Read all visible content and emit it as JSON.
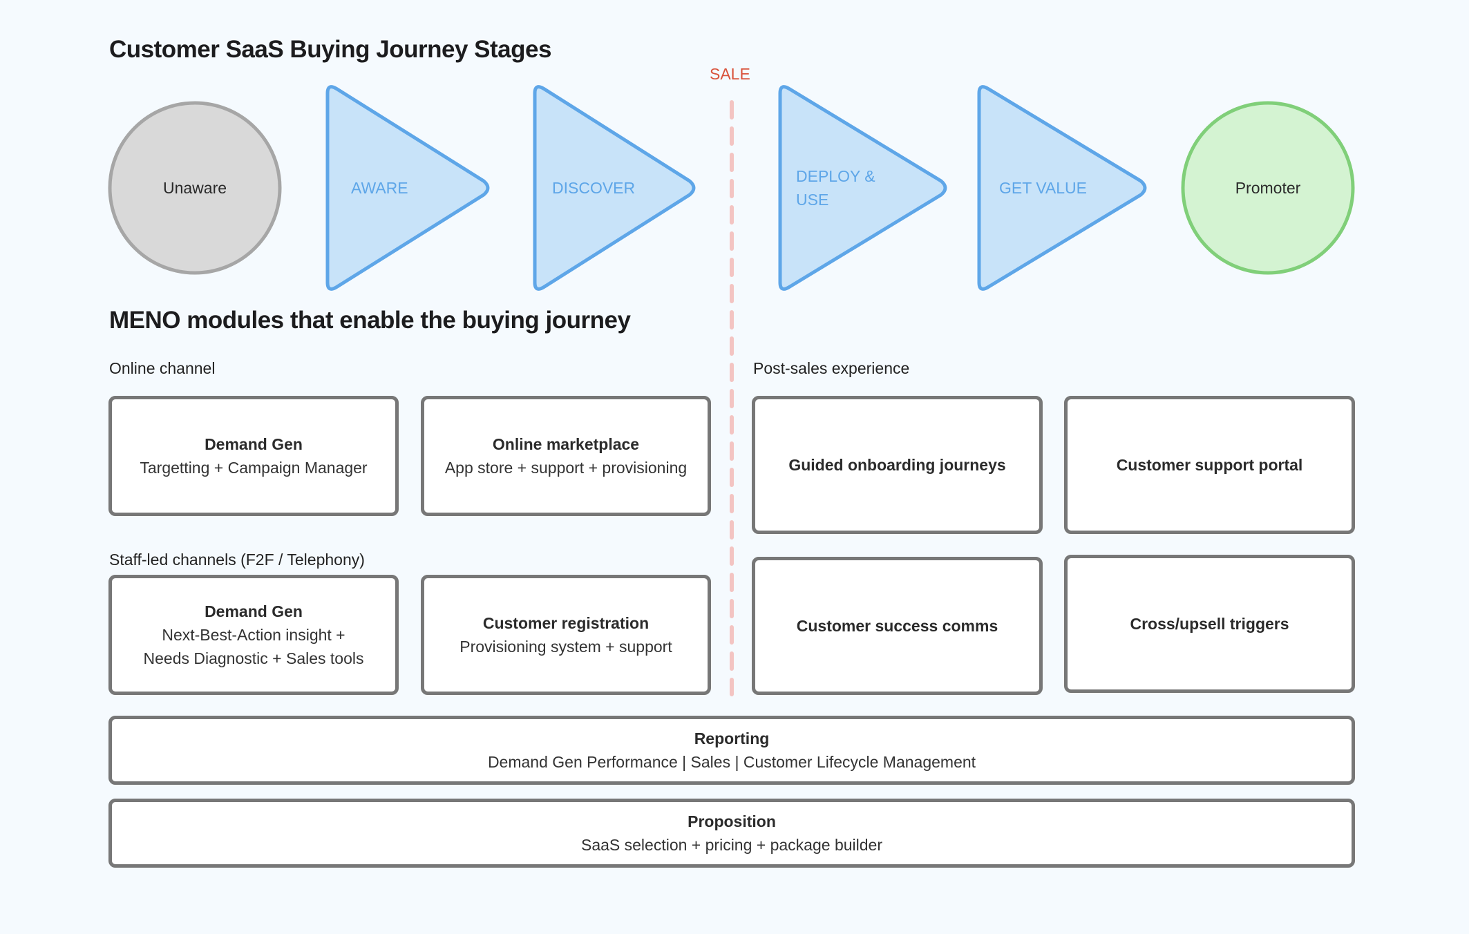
{
  "title": "Customer SaaS Buying Journey Stages",
  "sale_marker": {
    "label": "SALE",
    "color": "#d9533c"
  },
  "stages": [
    {
      "label": "Unaware",
      "shape": "circle",
      "fill": "#d9d9d9",
      "stroke": "#a6a6a6"
    },
    {
      "label": "AWARE",
      "shape": "triangle",
      "fill": "#c8e3f9",
      "stroke": "#5ea6e8"
    },
    {
      "label": "DISCOVER",
      "shape": "triangle",
      "fill": "#c8e3f9",
      "stroke": "#5ea6e8"
    },
    {
      "label_line1": "DEPLOY &",
      "label_line2": "USE",
      "shape": "triangle",
      "fill": "#c8e3f9",
      "stroke": "#5ea6e8"
    },
    {
      "label": "GET VALUE",
      "shape": "triangle",
      "fill": "#c8e3f9",
      "stroke": "#5ea6e8"
    },
    {
      "label": "Promoter",
      "shape": "circle",
      "fill": "#d4f3d2",
      "stroke": "#80cf79"
    }
  ],
  "modules_title": "MENO modules that enable the buying journey",
  "online": {
    "label": "Online channel",
    "boxes": [
      {
        "title": "Demand Gen",
        "subtitle": "Targetting + Campaign Manager"
      },
      {
        "title": "Online marketplace",
        "subtitle": "App store + support + provisioning"
      }
    ]
  },
  "staff": {
    "label": "Staff-led channels (F2F / Telephony)",
    "boxes": [
      {
        "title": "Demand Gen",
        "subtitle": "Next-Best-Action insight + Needs Diagnostic + Sales tools"
      },
      {
        "title": "Customer registration",
        "subtitle": "Provisioning system + support"
      }
    ]
  },
  "post_sales": {
    "label": "Post-sales experience",
    "boxes": [
      {
        "title": "Guided onboarding journeys"
      },
      {
        "title": "Customer support portal"
      },
      {
        "title": "Customer success comms"
      },
      {
        "title": "Cross/upsell triggers"
      }
    ]
  },
  "reporting": {
    "title": "Reporting",
    "subtitle": "Demand Gen Performance | Sales | Customer Lifecycle Management"
  },
  "proposition": {
    "title": "Proposition",
    "subtitle": "SaaS selection + pricing + package builder"
  }
}
